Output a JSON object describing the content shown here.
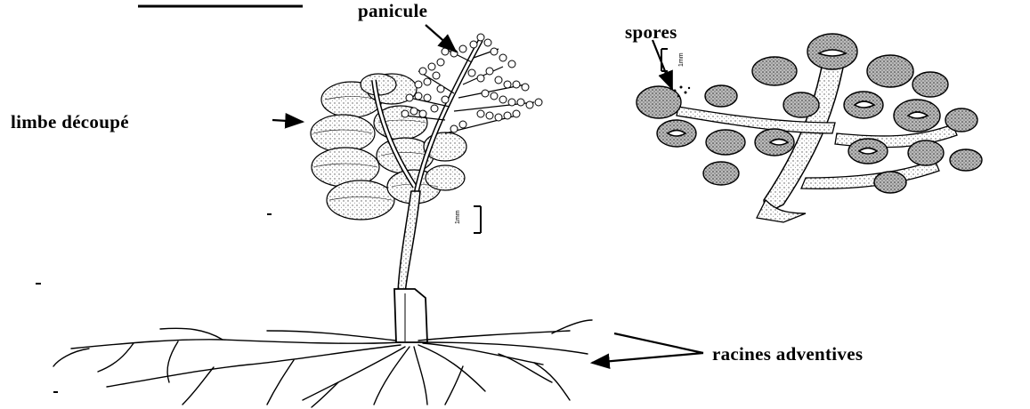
{
  "labels": {
    "panicule": "panicule",
    "spores": "spores",
    "limbe": "limbe découpé",
    "racines": "racines adventives"
  },
  "scales": {
    "plant": "1mm",
    "detail": "1mm"
  }
}
